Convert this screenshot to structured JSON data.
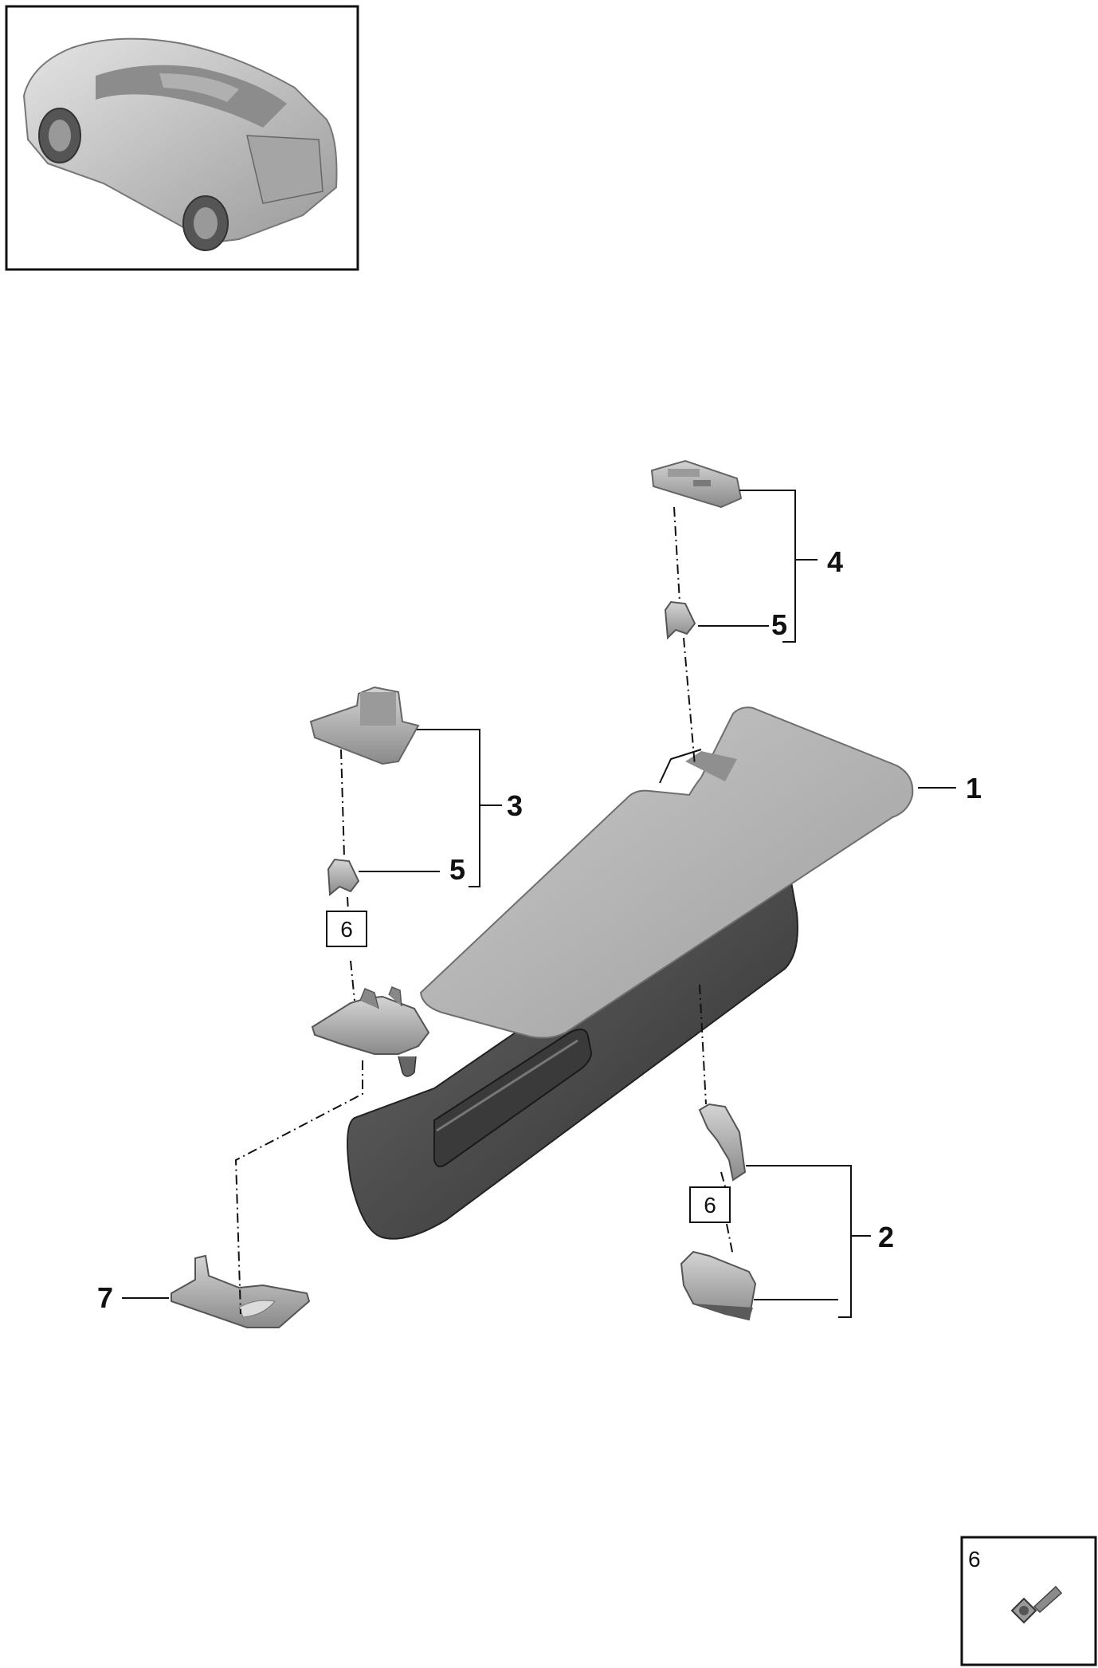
{
  "callouts": {
    "c1": "1",
    "c2": "2",
    "c3": "3",
    "c4": "4",
    "c5a": "5",
    "c5b": "5",
    "c7": "7"
  },
  "boxed_refs": {
    "b6a": "6",
    "b6b": "6"
  },
  "legend": {
    "label": "6"
  },
  "icons": {
    "car": "car-icon",
    "screw": "screw-icon"
  },
  "colors": {
    "line": "#111111",
    "part_light": "#b5b5b5",
    "part_dark": "#4a4a4a"
  }
}
